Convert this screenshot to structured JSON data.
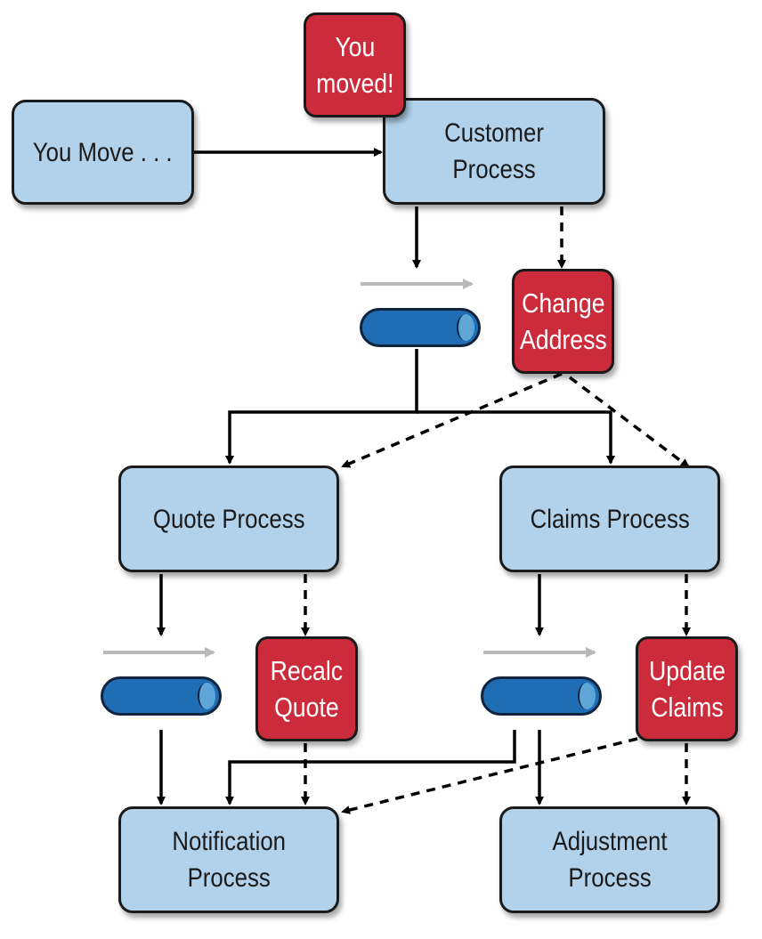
{
  "nodes": {
    "you_move": "You Move . . .",
    "you_moved": "You\nmoved!",
    "customer_process": "Customer\nProcess",
    "change_address": "Change\nAddress",
    "quote_process": "Quote Process",
    "claims_process": "Claims Process",
    "recalc_quote": "Recalc\nQuote",
    "update_claims": "Update\nClaims",
    "notification_process": "Notification\nProcess",
    "adjustment_process": "Adjustment\nProcess"
  },
  "colors": {
    "process_fill": "#b1d2ea",
    "event_fill": "#cc2b3b",
    "queue_fill": "#1f6db5",
    "queue_cap": "#5ea5d8",
    "stream_arrow": "#b9b9b9",
    "line": "#000000"
  }
}
